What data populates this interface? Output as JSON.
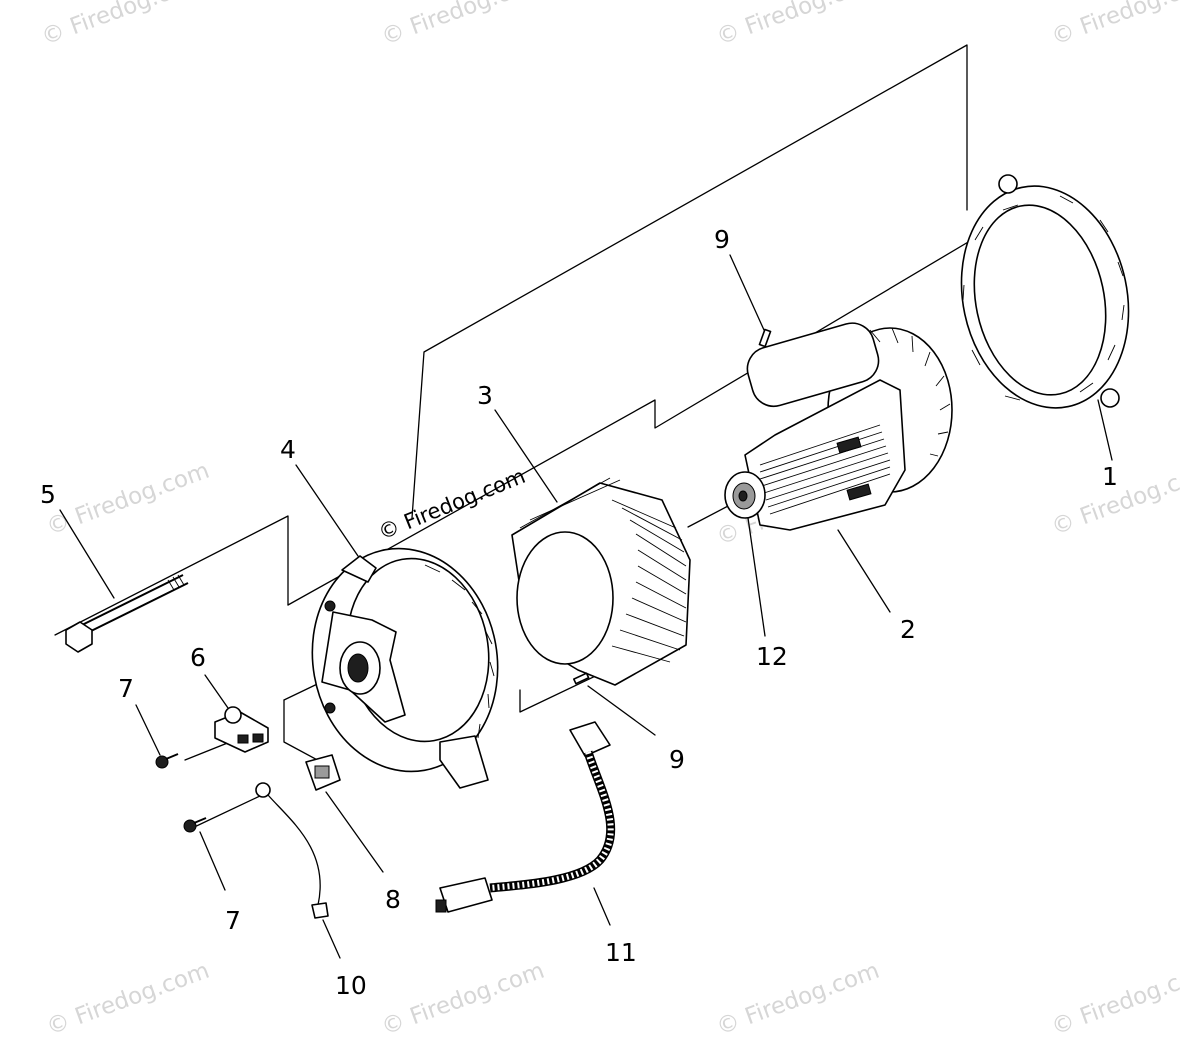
{
  "watermark": {
    "main": "© Firedog.com",
    "faint": "© Firedog.com"
  },
  "callouts": [
    {
      "id": "1",
      "text": "1"
    },
    {
      "id": "2",
      "text": "2"
    },
    {
      "id": "3",
      "text": "3"
    },
    {
      "id": "4",
      "text": "4"
    },
    {
      "id": "5",
      "text": "5"
    },
    {
      "id": "6",
      "text": "6"
    },
    {
      "id": "7a",
      "text": "7"
    },
    {
      "id": "7b",
      "text": "7"
    },
    {
      "id": "8",
      "text": "8"
    },
    {
      "id": "9a",
      "text": "9"
    },
    {
      "id": "9b",
      "text": "9"
    },
    {
      "id": "10",
      "text": "10"
    },
    {
      "id": "11",
      "text": "11"
    },
    {
      "id": "12",
      "text": "12"
    }
  ]
}
